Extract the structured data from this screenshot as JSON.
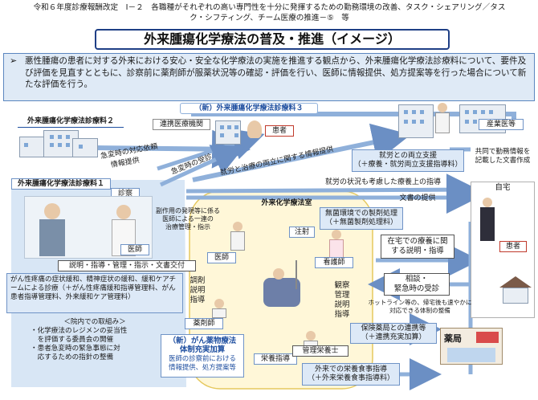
{
  "header": {
    "line1": "令和６年度診療報酬改定　Ⅰ－２　各職種がそれぞれの高い専門性を十分に発揮するための勤務環境の改善、タスク・シェアリング／タス",
    "line2": "ク・シフティング、チーム医療の推進－⑤　等"
  },
  "title": "外来腫瘍化学療法の普及・推進（イメージ）",
  "summary": {
    "bullet": "➢",
    "text": "悪性腫瘍の患者に対する外来における安心・安全な化学療法の実施を推進する観点から、外来腫瘍化学療法診療料について、要件及び評価を見直すとともに、診察前に薬剤師が服薬状況等の確認・評価を行い、医師に情報提供、処方提案等を行った場合について新たな評価を行う。"
  },
  "labels": {
    "fee3": "（新）外来腫瘍化学療法診療料３",
    "fee2": "外来腫瘍化学療法診療料２",
    "fee1": "外来腫瘍化学療法診療料１",
    "partner_facility": "連携医療機関",
    "patient_top": "患者",
    "industrial_doctor": "産業医等",
    "emergency_response": "急変時の対応依頼",
    "info_provision": "情報提供",
    "emergency_visit": "急変時の受診",
    "work_support_info": "就労と治療の両立に関する情報提供",
    "work_support": "就労との両立支援",
    "work_support_sub": "（＋療養・就労両立支援指導料）",
    "shared_doc": "共同で勤務情報を",
    "shared_doc2": "記載した文書作成",
    "work_status_guidance": "就労の状況も考慮した療養上の指導",
    "doc_provision": "文書の提供",
    "exam": "診察",
    "doctor": "医師",
    "side_effect": "副作用の発現等に係る",
    "side_effect2": "医師による一連の",
    "side_effect3": "治療管理・指示",
    "outpatient_room": "外来化学療法室",
    "injection": "注射",
    "aseptic": "無菌環境での製剤処理",
    "aseptic_sub": "（＋無菌製剤処理料）",
    "home": "自宅",
    "home_guidance": "在宅での療養に関",
    "home_guidance2": "する説明・指導",
    "patient_right": "患者",
    "doctor2": "医師",
    "nurse": "看護師",
    "consult": "相談・",
    "emergency_visit2": "緊急時の受診",
    "hotline": "ホットライン等の、帰宅後も速やかに",
    "hotline2": "対応できる体制の整備",
    "explain_list": "説明・指導・管理・指示・文書交付",
    "prep": "調剤",
    "prep2": "説明",
    "prep3": "指導",
    "observe": "観察",
    "observe2": "管理",
    "observe3": "説明",
    "observe4": "指導",
    "symptom_mgmt": "がん性疼痛の症状緩和、精神症状の緩和、緩和ケアチームによる診療（＋がん性疼痛緩和指導管理料、がん患者指導管理料、外来緩和ケア管理料）",
    "pharmacist": "薬剤師",
    "in_hospital": "＜院内での取組み＞",
    "in_hospital_1": "・化学療法のレジメンの妥当性",
    "in_hospital_1b": "　を評価する委員会の開催",
    "in_hospital_2": "・患者急変時の緊急事態に対",
    "in_hospital_2b": "　応するための指針の整備",
    "new_pharm": "（新）がん薬物療法",
    "new_pharm2": "体制充実加算",
    "new_pharm_sub": "医師の診察前における",
    "new_pharm_sub2": "情報提供、処方提案等",
    "nutrition_guidance": "栄養指導",
    "dietitian": "管理栄養士",
    "pharmacy_link": "保険薬局との連携等",
    "pharmacy_link_sub": "（＋連携充実加算）",
    "pharmacy": "薬局",
    "outpatient_nutrition": "外来での栄養食事指導",
    "outpatient_nutrition_sub": "（＋外来栄養食事指導料）"
  },
  "colors": {
    "title_border": "#1f3f86",
    "summary_bg": "#dfeaf6",
    "blue_box": "#dde9f7",
    "blue_text": "#1f4fa0",
    "room_bg": "#fff8dc",
    "left_area": "#cfe0f3"
  }
}
